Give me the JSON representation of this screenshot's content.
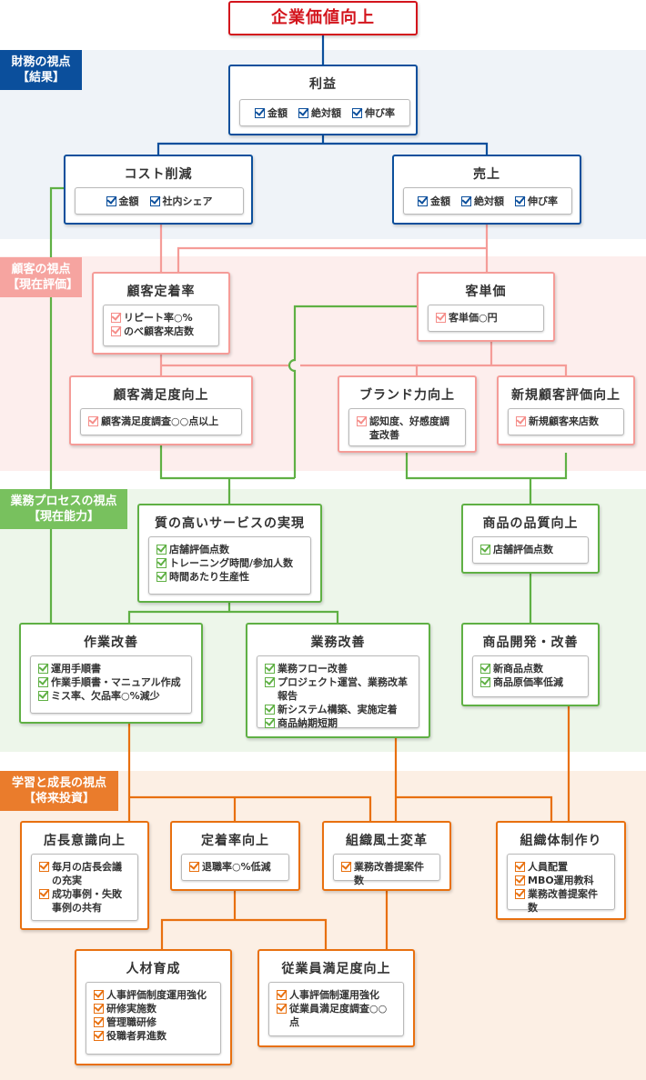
{
  "title": "企業価値向上",
  "colors": {
    "goal": "#d3141c",
    "financial": "#0b4f9c",
    "customer": "#f59c98",
    "process": "#5fb044",
    "learning": "#e8700f"
  },
  "perspectives": {
    "financial": {
      "name": "財務の視点",
      "sub": "【結果】"
    },
    "customer": {
      "name": "顧客の視点",
      "sub": "【現在評価】"
    },
    "process": {
      "name": "業務プロセスの視点",
      "sub": "【現在能力】"
    },
    "learning": {
      "name": "学習と成長の視点",
      "sub": "【将来投資】"
    }
  },
  "nodes": {
    "rieki": {
      "title": "利益",
      "items": [
        "金額",
        "絶対額",
        "伸び率"
      ]
    },
    "cost": {
      "title": "コスト削減",
      "items": [
        "金額",
        "社内シェア"
      ]
    },
    "uriage": {
      "title": "売上",
      "items": [
        "金額",
        "絶対額",
        "伸び率"
      ]
    },
    "teichaku": {
      "title": "顧客定着率",
      "items": [
        "リピート率○%",
        "のべ顧客来店数"
      ]
    },
    "tanka": {
      "title": "客単価",
      "items": [
        "客単価○円"
      ]
    },
    "manzoku": {
      "title": "顧客満足度向上",
      "items": [
        "顧客満足度調査○○点以上"
      ]
    },
    "brand": {
      "title": "ブランド力向上",
      "items": [
        "認知度、好感度調査改善"
      ]
    },
    "shinki": {
      "title": "新規顧客評価向上",
      "items": [
        "新規顧客来店数"
      ]
    },
    "service": {
      "title": "質の高いサービスの実現",
      "items": [
        "店舗評価点数",
        "トレーニング時間/参加人数",
        "時間あたり生産性"
      ]
    },
    "hinshitsu": {
      "title": "商品の品質向上",
      "items": [
        "店舗評価点数"
      ]
    },
    "sagyou": {
      "title": "作業改善",
      "items": [
        "運用手順書",
        "作業手順書・マニュアル作成",
        "ミス率、欠品率○%減少"
      ]
    },
    "gyoumu": {
      "title": "業務改善",
      "items": [
        "業務フロー改善",
        "プロジェクト運営、業務改革報告",
        "新システム構築、実施定着",
        "商品納期短期"
      ]
    },
    "kaihatsu": {
      "title": "商品開発・改善",
      "items": [
        "新商品点数",
        "商品原価率低減"
      ]
    },
    "tencho": {
      "title": "店長意識向上",
      "items": [
        "毎月の店長会議の充実",
        "成功事例・失敗事例の共有"
      ]
    },
    "teichakuUp": {
      "title": "定着率向上",
      "items": [
        "退職率○%低減"
      ]
    },
    "fudo": {
      "title": "組織風土変革",
      "items": [
        "業務改善提案件数"
      ]
    },
    "taisei": {
      "title": "組織体制作り",
      "items": [
        "人員配置",
        "MBO運用教科",
        "業務改善提案件数"
      ]
    },
    "jinzai": {
      "title": "人材育成",
      "items": [
        "人事評価制度運用強化",
        "研修実施数",
        "管理職研修",
        "役職者昇進数"
      ]
    },
    "jugyoin": {
      "title": "従業員満足度向上",
      "items": [
        "人事評価制運用強化",
        "従業員満足度調査○○点"
      ]
    }
  }
}
